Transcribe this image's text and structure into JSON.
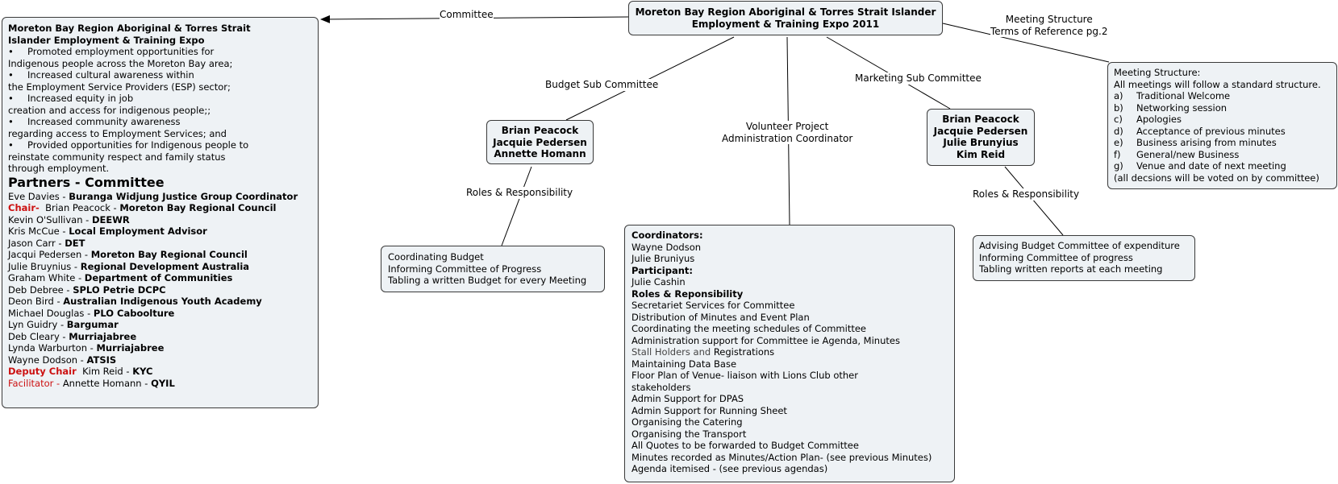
{
  "root": {
    "title_line1": "Moreton Bay Region Aboriginal & Torres Strait Islander",
    "title_line2": "Employment & Training Expo 2011"
  },
  "links": {
    "committee": "Committee",
    "meeting_structure_1": "Meeting Structure",
    "meeting_structure_2": "Terms of Reference pg.2",
    "budget_sub": "Budget Sub Committee",
    "marketing_sub": "Marketing Sub Committee",
    "volunteer_1": "Volunteer Project",
    "volunteer_2": "Administration Coordinator",
    "roles_left": "Roles & Responsibility",
    "roles_right": "Roles & Responsibility"
  },
  "committee_box": {
    "title1": "Moreton Bay Region Aboriginal & Torres Strait",
    "title2": "Islander Employment & Training Expo",
    "bullet": "•",
    "b1a": "Promoted employment opportunities for",
    "b1b": "Indigenous people across the Moreton Bay area;",
    "b2a": "Increased cultural awareness within",
    "b2b": "the Employment Service Providers (ESP) sector;",
    "b3a": "Increased equity in job",
    "b3b": "creation and access for indigenous people;;",
    "b4a": "Increased community awareness",
    "b4b": "regarding access to Employment Services; and",
    "b5a": "Provided opportunities for Indigenous people to",
    "b5b": "reinstate community respect and family status",
    "b5c": "through employment.",
    "partners_title": "Partners - Committee",
    "members": [
      {
        "role": "",
        "name": "Eve Davies - ",
        "org": "Buranga Widjung Justice Group Coordinator"
      },
      {
        "role": "Chair-",
        "name": "  Brian Peacock - ",
        "org": "Moreton Bay Regional Council"
      },
      {
        "role": "",
        "name": "Kevin O'Sullivan - ",
        "org": "DEEWR"
      },
      {
        "role": "",
        "name": "Kris McCue - ",
        "org": "Local Employment Advisor"
      },
      {
        "role": "",
        "name": "Jason Carr - ",
        "org": "DET"
      },
      {
        "role": "",
        "name": "Jacqui Pedersen - ",
        "org": "Moreton Bay Regional Council"
      },
      {
        "role": "",
        "name": "Julie Bruynius - ",
        "org": "Regional Development Australia"
      },
      {
        "role": "",
        "name": "Graham White - ",
        "org": "Department of Communities"
      },
      {
        "role": "",
        "name": "Deb Debree - ",
        "org": "SPLO Petrie DCPC"
      },
      {
        "role": "",
        "name": "Deon Bird - ",
        "org": "Australian Indigenous Youth Academy"
      },
      {
        "role": "",
        "name": "Michael Douglas - ",
        "org": "PLO Caboolture"
      },
      {
        "role": "",
        "name": "Lyn Guidry - ",
        "org": "Bargumar"
      },
      {
        "role": "",
        "name": "Deb Cleary - ",
        "org": "Murriajabree"
      },
      {
        "role": "",
        "name": "Lynda Warburton - ",
        "org": "Murriajabree"
      },
      {
        "role": "",
        "name": "Wayne Dodson - ",
        "org": "ATSIS"
      },
      {
        "role": "Deputy Chair",
        "name": "  Kim Reid - ",
        "org": "KYC"
      }
    ],
    "facilitator_role": "Facilitator - ",
    "facilitator_name": "Annette Homann - ",
    "facilitator_org": "QYIL"
  },
  "budget_box": {
    "n1": "Brian Peacock",
    "n2": "Jacquie Pedersen",
    "n3": "Annette Homann"
  },
  "budget_roles": {
    "l1": "Coordinating Budget",
    "l2": "Informing Committee of Progress",
    "l3": "Tabling a written Budget for every Meeting"
  },
  "marketing_box": {
    "n1": "Brian Peacock",
    "n2": "Jacquie Pedersen",
    "n3": "Julie Brunyius",
    "n4": "Kim Reid"
  },
  "marketing_roles": {
    "l1": "Advising Budget Committee of expenditure",
    "l2": "Informing Committee of progress",
    "l3": "Tabling written reports at each meeting"
  },
  "coordinators_box": {
    "h1": "Coordinators:",
    "c1": "Wayne Dodson",
    "c2": "Julie Bruniyus",
    "h2": "Participant:",
    "p1": "Julie Cashin",
    "h3": "Roles & Reponsibility",
    "r1": "Secretariet Services for Committee",
    "r2": "Distribution of Minutes and Event Plan",
    "r3": "Coordinating the meeting schedules of Committee",
    "r4": "Administration support for Committee ie Agenda, Minutes",
    "r5a": "Stall Holders and",
    "r5b": " Registrations",
    "r6": "Maintaining Data Base",
    "r7a": "Floor Plan of Venue- liaison with Lions Club other",
    "r7b": "stakeholders",
    "r8": "Admin Support for DPAS",
    "r9": "Admin Support for Running Sheet",
    "r10": "Organising the Catering",
    "r11": "Organising the Transport",
    "r12": "All Quotes to be forwarded to Budget Committee",
    "r13": "Minutes recorded as Minutes/Action Plan- (see previous Minutes)",
    "r14": "Agenda itemised - (see previous agendas)"
  },
  "meeting_box": {
    "title": "Meeting Structure:",
    "intro": "All meetings will follow a standard structure.",
    "items": [
      {
        "letter": "a)",
        "text": "Traditional Welcome"
      },
      {
        "letter": "b)",
        "text": "Networking session"
      },
      {
        "letter": "c)",
        "text": "Apologies"
      },
      {
        "letter": "d)",
        "text": "Acceptance of previous minutes"
      },
      {
        "letter": "e)",
        "text": "Business arising from minutes"
      },
      {
        "letter": "f)",
        "text": "General/new Business"
      },
      {
        "letter": "g)",
        "text": "Venue and date of next meeting"
      }
    ],
    "footer": "(all decsions will be voted on by committee)"
  }
}
